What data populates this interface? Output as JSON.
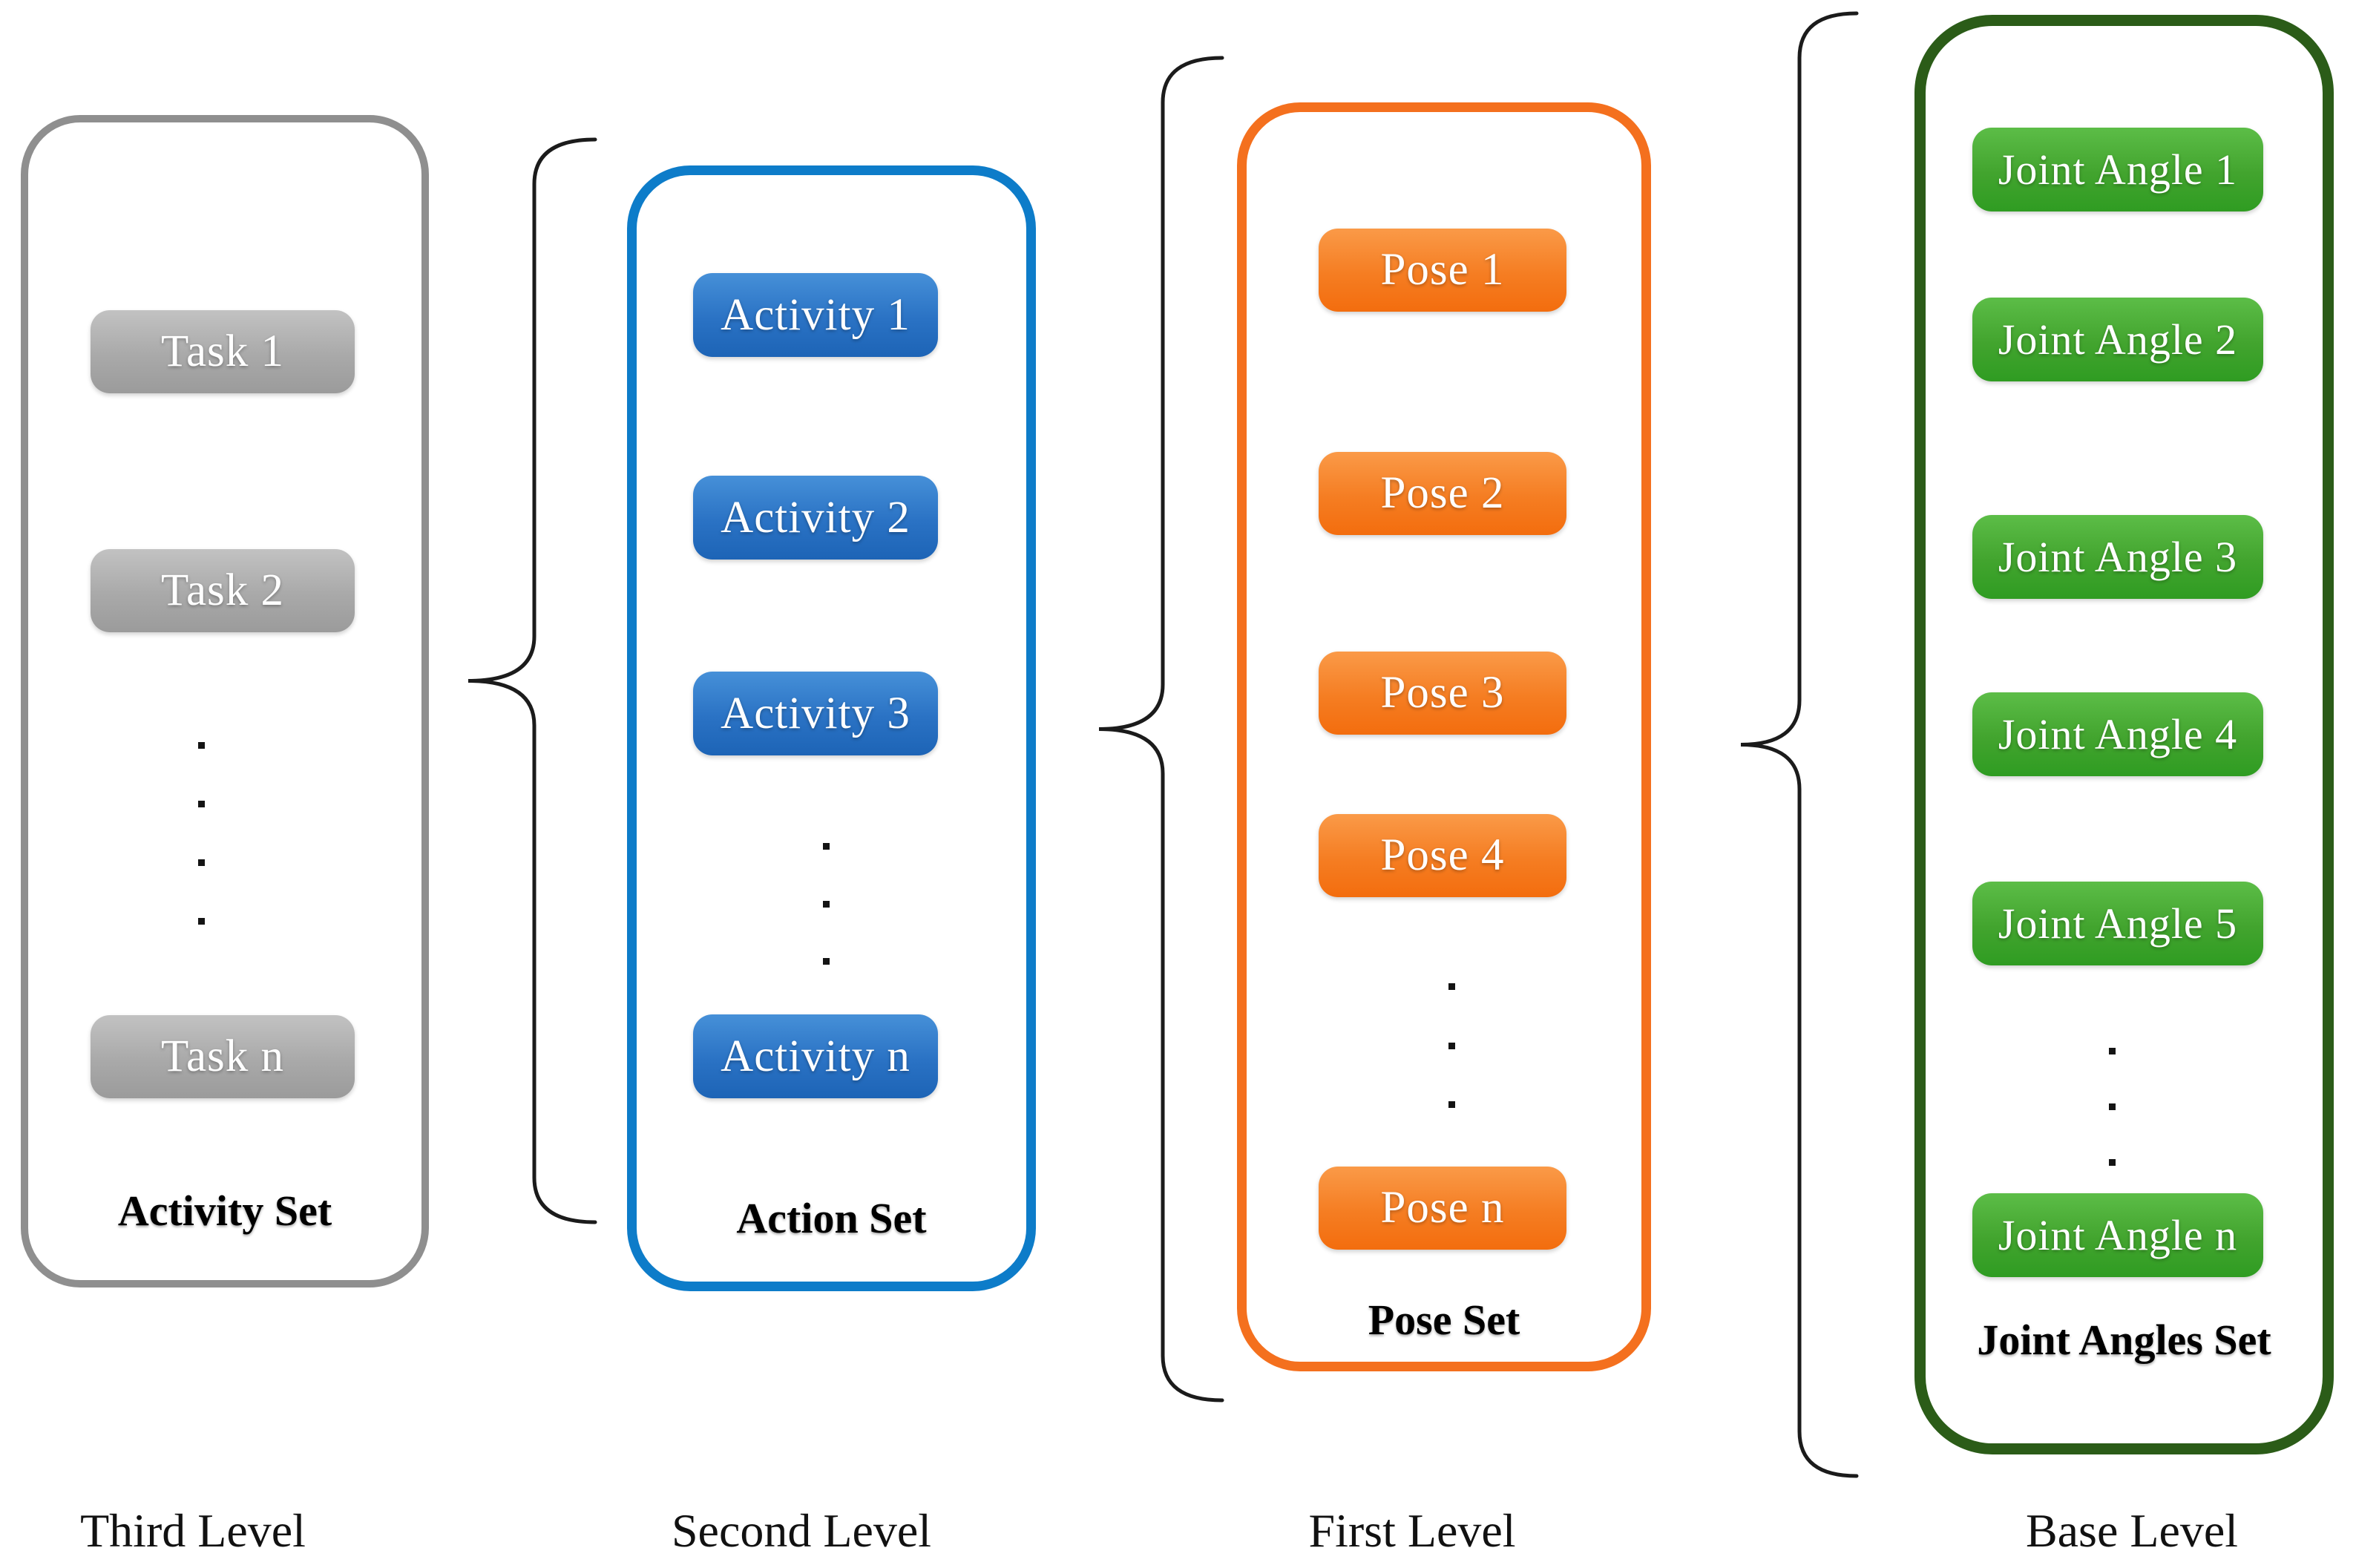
{
  "figure": {
    "levels": [
      {
        "level_label": "Third Level",
        "set_label": "Activity Set",
        "items": [
          "Task 1",
          "Task 2",
          "Task n"
        ],
        "ellipsis_dots": 4,
        "accent_color": "#8f8f8f",
        "item_color": "#a9a9a9"
      },
      {
        "level_label": "Second Level",
        "set_label": "Action Set",
        "items": [
          "Activity 1",
          "Activity 2",
          "Activity 3",
          "Activity n"
        ],
        "ellipsis_dots": 3,
        "accent_color": "#0d7cc9",
        "item_color": "#2a72c4"
      },
      {
        "level_label": "First Level",
        "set_label": "Pose Set",
        "items": [
          "Pose 1",
          "Pose 2",
          "Pose 3",
          "Pose 4",
          "Pose n"
        ],
        "ellipsis_dots": 3,
        "accent_color": "#f4701e",
        "item_color": "#f57d22"
      },
      {
        "level_label": "Base Level",
        "set_label": "Joint Angles Set",
        "items": [
          "Joint Angle 1",
          "Joint Angle 2",
          "Joint Angle 3",
          "Joint Angle 4",
          "Joint Angle 5",
          "Joint Angle n"
        ],
        "ellipsis_dots": 3,
        "accent_color": "#2b5c18",
        "item_color": "#42a42e"
      }
    ]
  }
}
